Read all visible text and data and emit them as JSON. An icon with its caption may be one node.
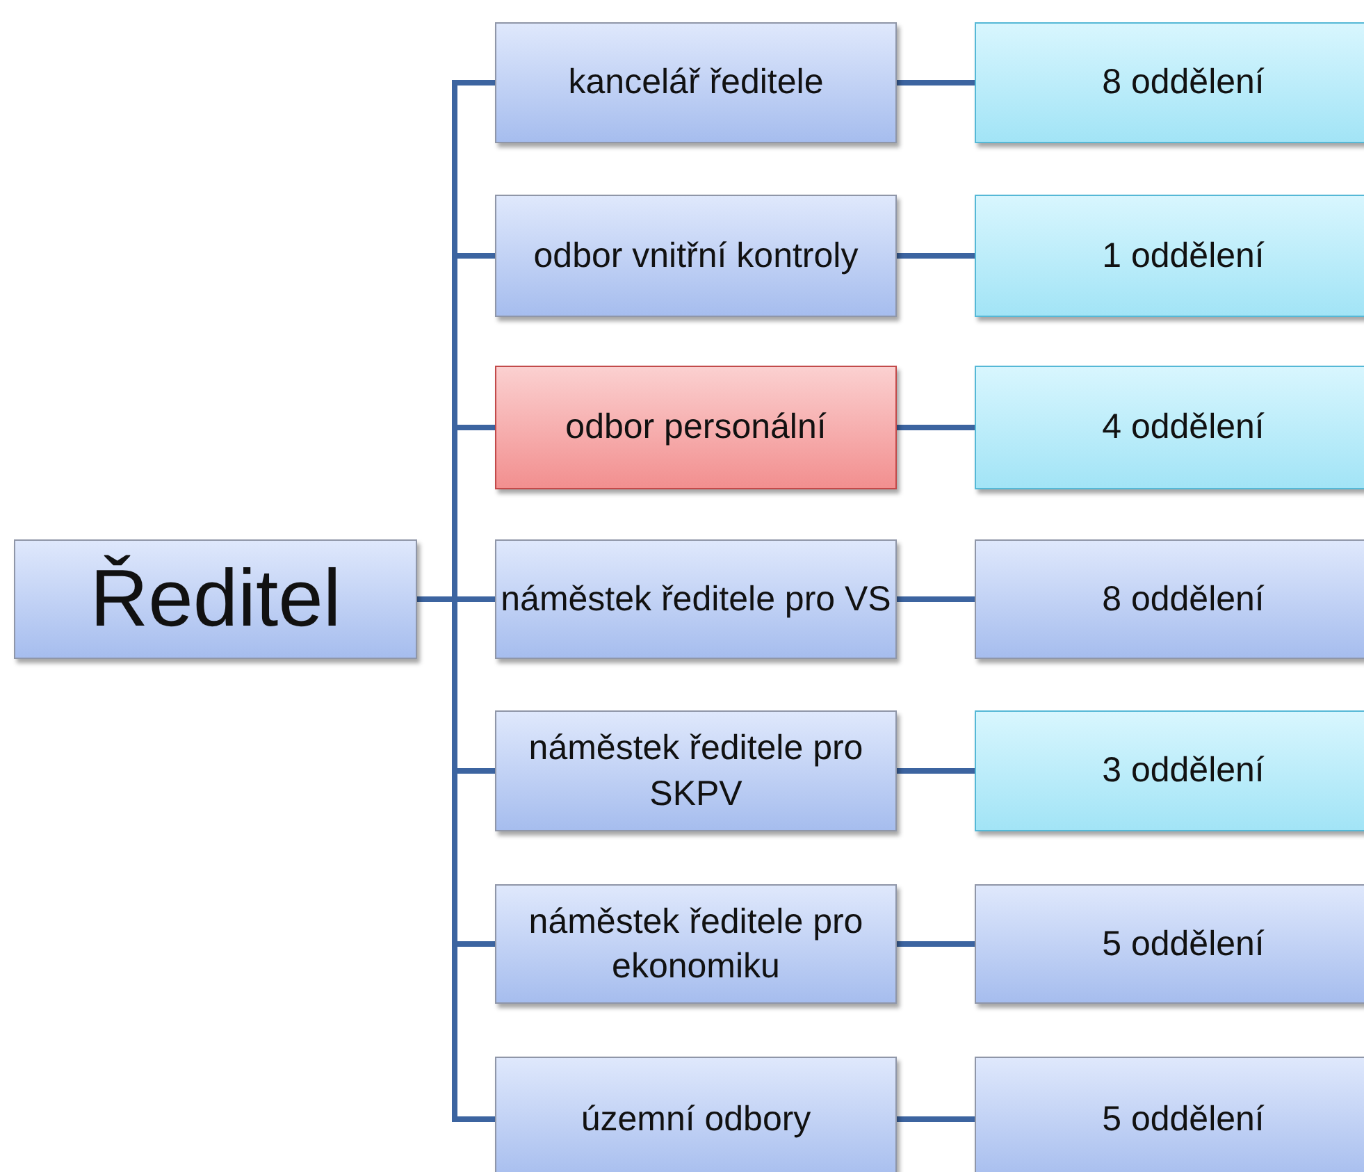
{
  "diagram": {
    "nodes": [
      {
        "text": [
          "Ředitel"
        ]
      },
      {
        "text": [
          "kancelář ředitele"
        ]
      },
      {
        "text": [
          "odbor vnitřní kontroly"
        ]
      },
      {
        "text": [
          "odbor personální"
        ]
      },
      {
        "text": [
          "náměstek ředitele pro VS"
        ]
      },
      {
        "text": [
          "náměstek ředitele pro SKPV"
        ]
      },
      {
        "text": [
          "náměstek ředitele pro ekonomiku"
        ]
      },
      {
        "text": [
          "územní odbory"
        ]
      },
      {
        "text": [
          "8 oddělení"
        ]
      },
      {
        "text": [
          "1 oddělení"
        ]
      },
      {
        "text": [
          "4 oddělení"
        ]
      },
      {
        "text": [
          "8 oddělení"
        ]
      },
      {
        "text": [
          "3 oddělení"
        ]
      },
      {
        "text": [
          "5 oddělení"
        ]
      },
      {
        "text": [
          "5 oddělení"
        ]
      }
    ],
    "edges": [
      {
        "from": 0,
        "to": 1,
        "arrow": "none"
      },
      {
        "from": 0,
        "to": 2,
        "arrow": "none"
      },
      {
        "from": 0,
        "to": 3,
        "arrow": "none"
      },
      {
        "from": 0,
        "to": 4,
        "arrow": "none"
      },
      {
        "from": 0,
        "to": 5,
        "arrow": "none"
      },
      {
        "from": 0,
        "to": 6,
        "arrow": "none"
      },
      {
        "from": 0,
        "to": 7,
        "arrow": "none"
      },
      {
        "from": 1,
        "to": 8,
        "arrow": "none"
      },
      {
        "from": 2,
        "to": 9,
        "arrow": "none"
      },
      {
        "from": 3,
        "to": 10,
        "arrow": "none"
      },
      {
        "from": 4,
        "to": 11,
        "arrow": "none"
      },
      {
        "from": 5,
        "to": 12,
        "arrow": "none"
      },
      {
        "from": 6,
        "to": 13,
        "arrow": "none"
      },
      {
        "from": 7,
        "to": 14,
        "arrow": "none"
      }
    ]
  }
}
